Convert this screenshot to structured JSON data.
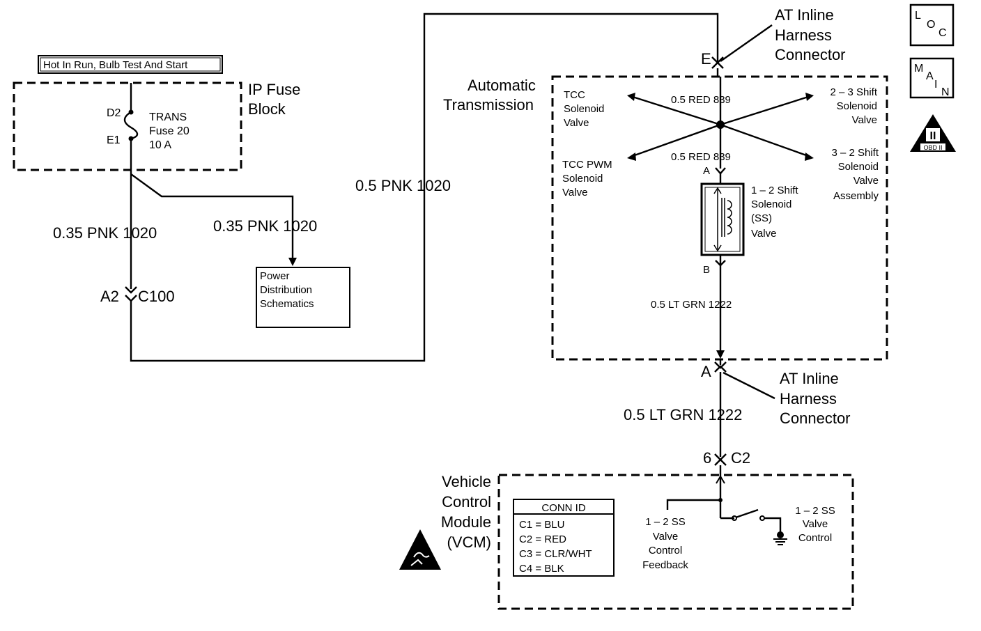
{
  "power_label": "Hot In Run, Bulb Test And Start",
  "ip_fuse_block": {
    "title_line1": "IP Fuse",
    "title_line2": "Block",
    "pin_top": "D2",
    "pin_bottom": "E1",
    "fuse_line1": "TRANS",
    "fuse_line2": "Fuse 20",
    "fuse_line3": "10 A"
  },
  "wires": {
    "main_left": "0.35 PNK  1020",
    "branch": "0.35 PNK  1020",
    "long_run": "0.5 PNK  1020",
    "red_top": "0.5 RED  839",
    "red_bottom": "0.5 RED  839",
    "ltgrn_inner": "0.5 LT GRN  1222",
    "ltgrn_outer": "0.5 LT GRN  1222"
  },
  "c100_connector": {
    "pin": "A2",
    "name": "C100"
  },
  "power_distribution": [
    "Power",
    "Distribution",
    "Schematics"
  ],
  "inline_top": {
    "pin": "E",
    "label": [
      "AT Inline",
      "Harness",
      "Connector"
    ]
  },
  "inline_bottom": {
    "pin": "A",
    "label": [
      "AT Inline",
      "Harness",
      "Connector"
    ]
  },
  "automatic_transmission": [
    "Automatic",
    "Transmission"
  ],
  "solenoids": {
    "tcc": [
      "TCC",
      "Solenoid",
      "Valve"
    ],
    "tcc_pwm": [
      "TCC PWM",
      "Solenoid",
      "Valve"
    ],
    "shift_23": [
      "2 – 3 Shift",
      "Solenoid",
      "Valve"
    ],
    "shift_32": [
      "3 – 2 Shift",
      "Solenoid",
      "Valve",
      "Assembly"
    ],
    "shift_12": [
      "1 – 2 Shift",
      "Solenoid",
      "(SS)",
      "Valve"
    ],
    "pin_a": "A",
    "pin_b": "B"
  },
  "c2_connector": {
    "pin": "6",
    "name": "C2"
  },
  "vcm": {
    "title": [
      "Vehicle",
      "Control",
      "Module",
      "(VCM)"
    ],
    "conn_id_title": "CONN ID",
    "conn_ids": [
      "C1 = BLU",
      "C2 = RED",
      "C3 = CLR/WHT",
      "C4 = BLK"
    ],
    "feedback": [
      "1 – 2 SS",
      "Valve",
      "Control",
      "Feedback"
    ],
    "control": [
      "1 – 2 SS",
      "Valve",
      "Control"
    ]
  },
  "icons": {
    "loc": [
      "L",
      "O",
      "C"
    ],
    "main": [
      "M",
      "A",
      "I",
      "N"
    ],
    "obd_top": "II",
    "obd_bottom": "OBD II"
  }
}
